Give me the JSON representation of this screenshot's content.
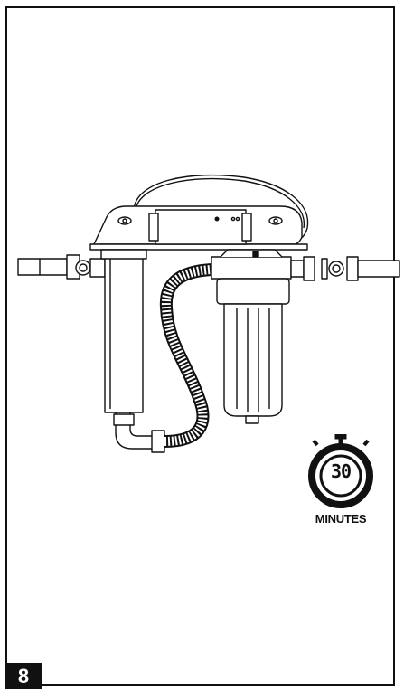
{
  "step": {
    "number": "8"
  },
  "timer": {
    "value": "30",
    "unit_label": "MINUTES"
  },
  "icons": {
    "illustration": "water-filter-system-illustration",
    "timer": "stopwatch-icon"
  }
}
